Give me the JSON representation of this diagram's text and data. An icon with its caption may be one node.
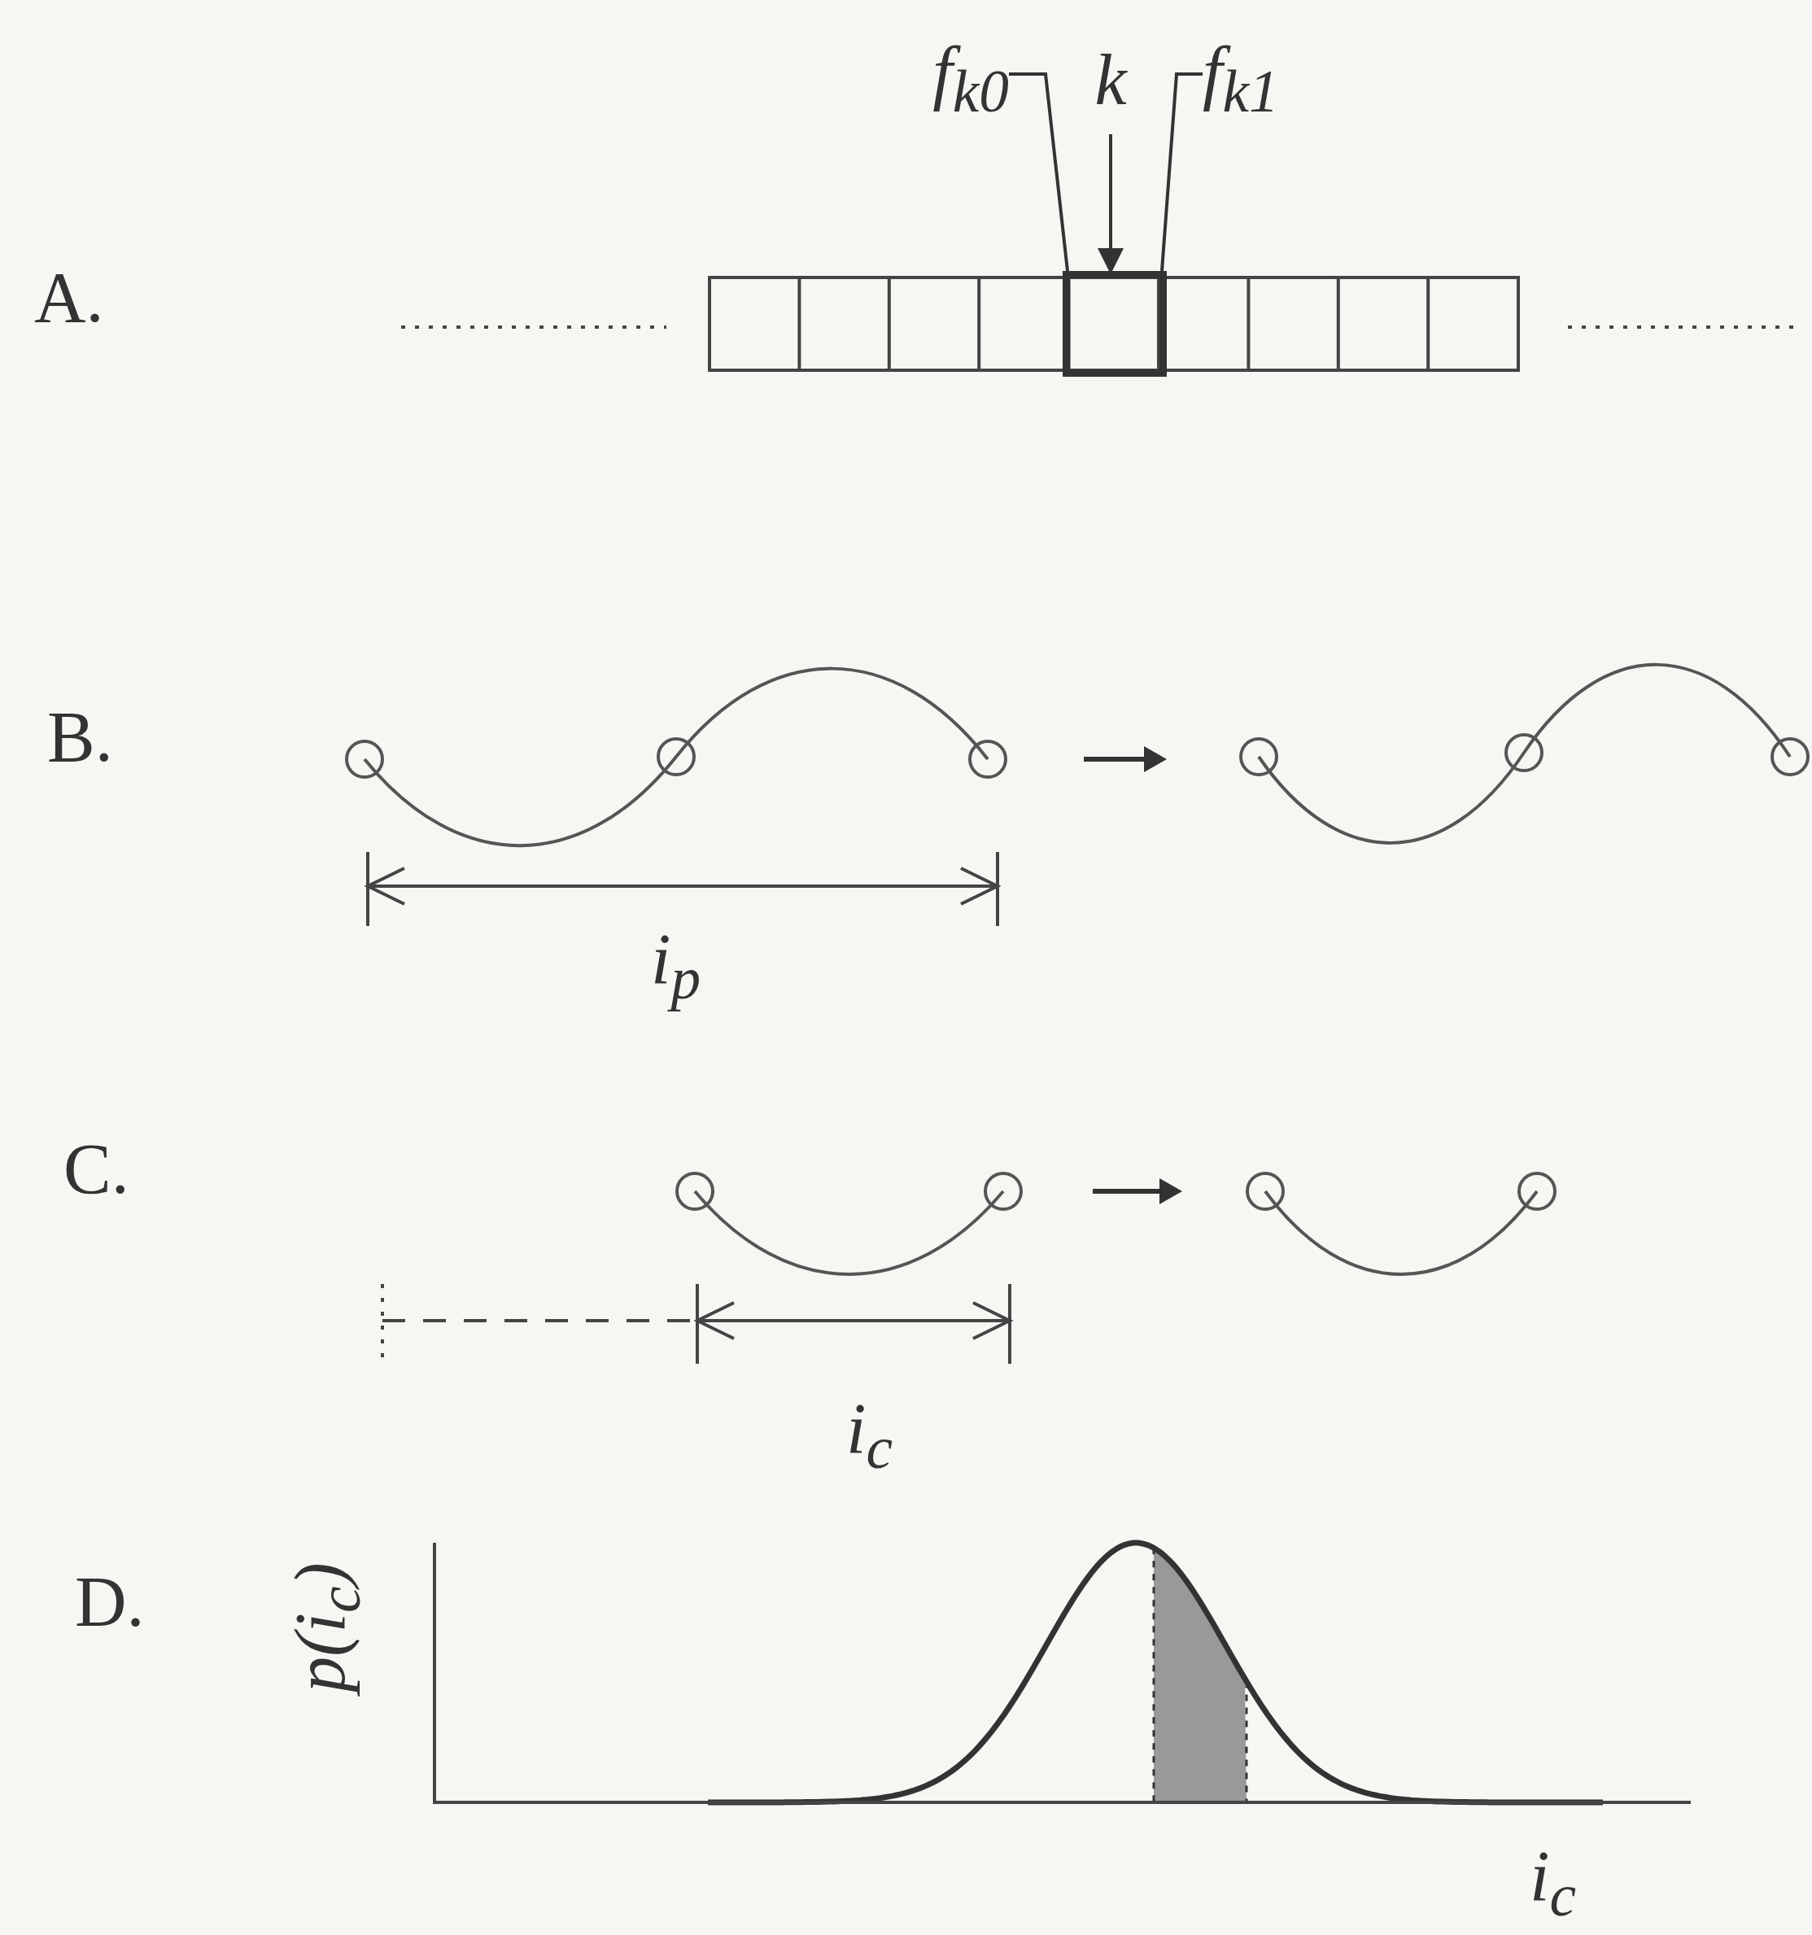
{
  "diagram": {
    "nodes": [
      {
        "text": [
          "f$_{k0}$"
        ]
      },
      {
        "text": [
          "k"
        ]
      },
      {
        "text": [
          "f$_{k1}$"
        ]
      },
      {
        "text": [],
        "shape": "box"
      }
    ],
    "edges": [
      {
        "from": 0,
        "to": 3,
        "arrow": "none"
      },
      {
        "from": 1,
        "to": 3,
        "arrow": "to"
      },
      {
        "from": 2,
        "to": 3,
        "arrow": "none"
      }
    ],
    "labels": [
      "A.",
      "B.",
      "i$_{p}$",
      "C.",
      "i$_{c}$",
      "D.",
      "p(i$_{c}$)",
      "i$_{c}$"
    ]
  }
}
